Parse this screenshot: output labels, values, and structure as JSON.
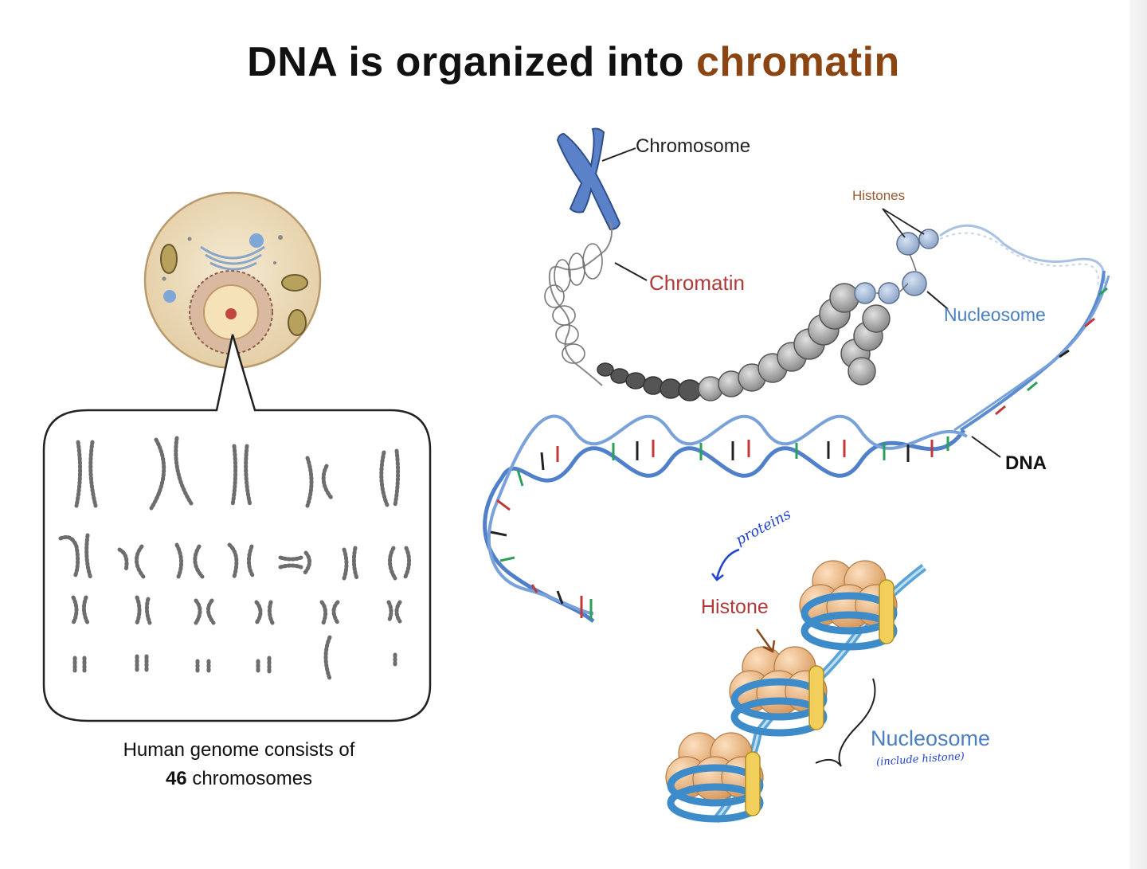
{
  "title": {
    "main": "DNA is organized into ",
    "accent": "chromatin"
  },
  "labels": {
    "chromosome": "Chromosome",
    "histones": "Histones",
    "chromatin": "Chromatin",
    "nucleosome_top": "Nucleosome",
    "dna": "DNA",
    "histone": "Histone",
    "nucleosome_bottom": "Nucleosome"
  },
  "handwritten": {
    "proteins": "proteins",
    "include_histone": "(include histone)"
  },
  "caption": {
    "line1": "Human genome consists of",
    "count": "46",
    "line2_suffix": " chromosomes"
  },
  "colors": {
    "title_accent": "#8b4513",
    "chromatin_label": "#b03a3a",
    "nucleosome_label": "#4a7fc1",
    "dna_strand": "#5b8bd0",
    "histone_core": "#f2bd88",
    "chromosome_fill": "#5b82c9",
    "cell_fill": "#efe1c4",
    "handwriting": "#2244cc"
  }
}
